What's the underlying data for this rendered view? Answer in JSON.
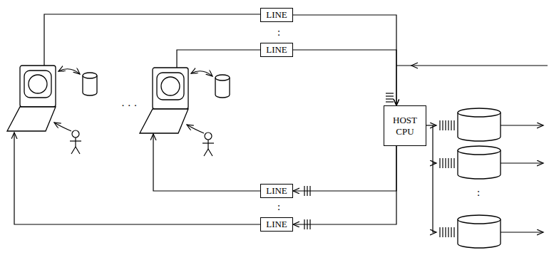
{
  "diagram": {
    "nodes": [
      {
        "text": [
          "LINE"
        ]
      },
      {
        "text": [
          "LINE"
        ]
      },
      {
        "text": [
          "HOST CPU"
        ]
      },
      {
        "text": [
          "LINE"
        ]
      },
      {
        "text": [
          "LINE"
        ]
      }
    ],
    "edges": [
      {
        "from": 0,
        "to": 2,
        "arrow": "to"
      },
      {
        "from": 1,
        "to": 2,
        "arrow": "to"
      },
      {
        "from": 2,
        "to": 3,
        "arrow": "to"
      },
      {
        "from": 2,
        "to": 4,
        "arrow": "to"
      }
    ],
    "labels": [
      ":",
      ":",
      "· · ·",
      ":"
    ]
  }
}
